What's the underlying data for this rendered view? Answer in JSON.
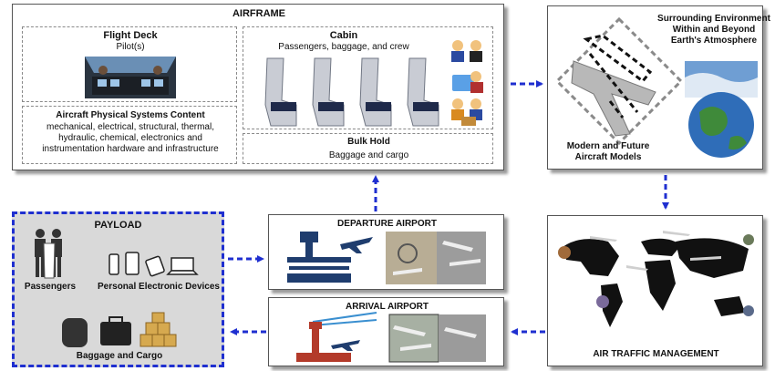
{
  "airframe": {
    "title": "AIRFRAME",
    "flight_deck": {
      "title": "Flight Deck",
      "subtitle": "Pilot(s)"
    },
    "physical_systems": {
      "title": "Aircraft Physical Systems Content",
      "line1": "mechanical, electrical, structural, thermal,",
      "line2": "hydraulic, chemical, electronics and",
      "line3": "instrumentation hardware and infrastructure"
    },
    "cabin": {
      "title": "Cabin",
      "subtitle": "Passengers, baggage, and crew"
    },
    "bulk_hold": {
      "title": "Bulk Hold",
      "subtitle": "Baggage and cargo"
    }
  },
  "environment": {
    "line1": "Surrounding Environment",
    "line2": "Within and Beyond",
    "line3": "Earth's Atmosphere",
    "models_line1": "Modern and Future",
    "models_line2": "Aircraft Models"
  },
  "payload": {
    "title": "PAYLOAD",
    "passengers": "Passengers",
    "devices": "Personal Electronic Devices",
    "baggage": "Baggage and Cargo"
  },
  "departure": {
    "title": "DEPARTURE AIRPORT"
  },
  "arrival": {
    "title": "ARRIVAL AIRPORT"
  },
  "atm": {
    "title": "AIR TRAFFIC MANAGEMENT"
  },
  "colors": {
    "arrow": "#1f2fd0",
    "payload_bg": "#d9d9d9"
  }
}
